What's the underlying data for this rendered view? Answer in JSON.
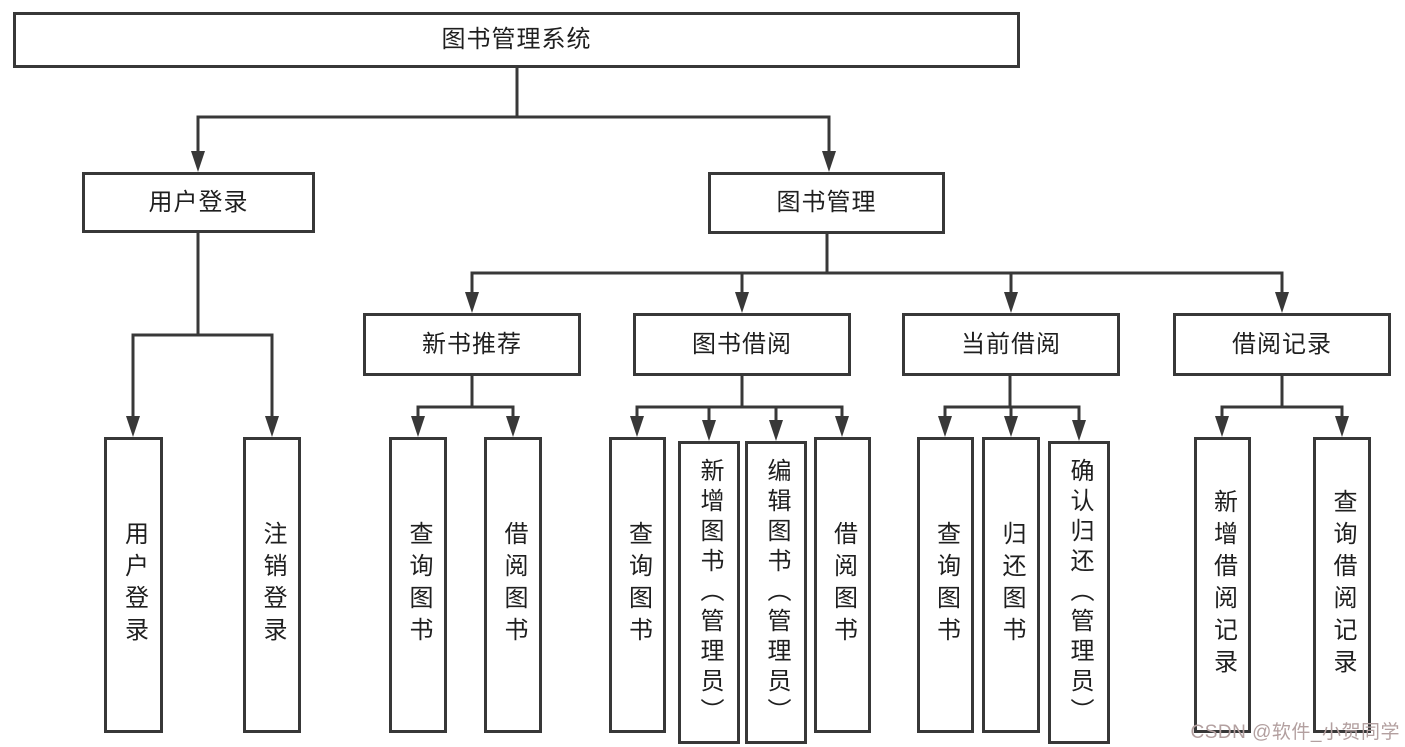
{
  "tree": {
    "root": {
      "label": "图书管理系统"
    },
    "branches": [
      {
        "label": "用户登录",
        "children": [
          {
            "label": "用户登录"
          },
          {
            "label": "注销登录"
          }
        ]
      },
      {
        "label": "图书管理",
        "children": [
          {
            "label": "新书推荐",
            "children": [
              {
                "label": "查询图书"
              },
              {
                "label": "借阅图书"
              }
            ]
          },
          {
            "label": "图书借阅",
            "children": [
              {
                "label": "查询图书"
              },
              {
                "label": "新增图书（管理员）"
              },
              {
                "label": "编辑图书（管理员）"
              },
              {
                "label": "借阅图书"
              }
            ]
          },
          {
            "label": "当前借阅",
            "children": [
              {
                "label": "查询图书"
              },
              {
                "label": "归还图书"
              },
              {
                "label": "确认归还（管理员）"
              }
            ]
          },
          {
            "label": "借阅记录",
            "children": [
              {
                "label": "新增借阅记录"
              },
              {
                "label": "查询借阅记录"
              }
            ]
          }
        ]
      }
    ]
  },
  "watermark": "CSDN @软件_小贺同学",
  "colors": {
    "line": "#383838",
    "text": "#1f1f1f",
    "watermark": "#b3a0a0",
    "background": "#ffffff"
  }
}
